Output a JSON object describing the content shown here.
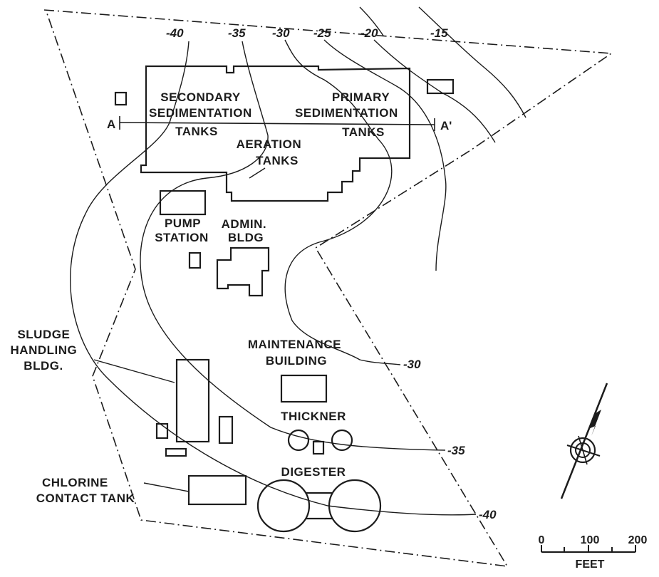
{
  "labels": {
    "secondary_sedimentation": [
      "SECONDARY",
      "SEDIMENTATION",
      "TANKS"
    ],
    "primary_sedimentation": [
      "PRIMARY",
      "SEDIMENTATION",
      "TANKS"
    ],
    "aeration": [
      "AERATION",
      "TANKS"
    ],
    "pump_station": [
      "PUMP",
      "STATION"
    ],
    "admin": [
      "ADMIN.",
      "BLDG"
    ],
    "sludge": [
      "SLUDGE",
      "HANDLING",
      "BLDG."
    ],
    "maintenance": [
      "MAINTENANCE",
      "BUILDING"
    ],
    "thickner": "THICKNER",
    "digester": "DIGESTER",
    "chlorine": [
      "CHLORINE",
      "CONTACT TANK"
    ]
  },
  "section_line": {
    "start": "A",
    "end": "A'"
  },
  "contours": [
    "-40",
    "-35",
    "-30",
    "-25",
    "-20",
    "-15",
    "-30",
    "-35",
    "-40"
  ],
  "scale_bar": {
    "ticks": [
      "0",
      "100",
      "200"
    ],
    "unit": "FEET"
  }
}
